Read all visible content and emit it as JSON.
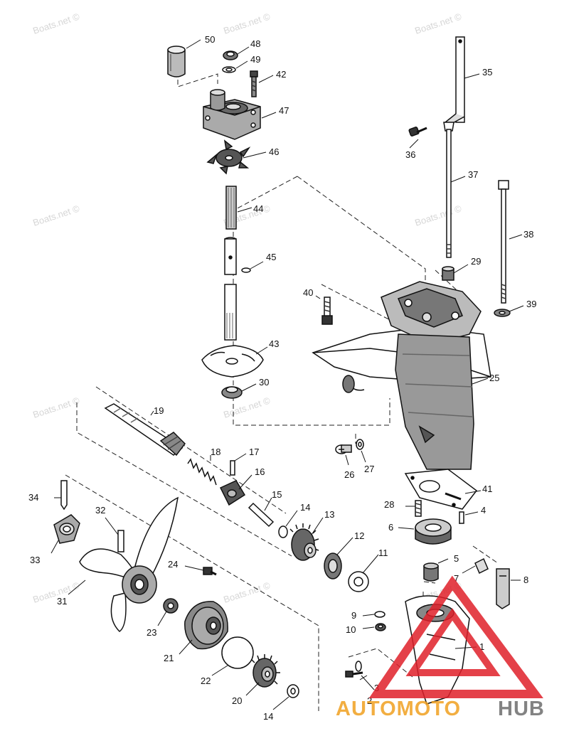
{
  "watermark": "Boats.net ©",
  "logo": {
    "part1": "AUTOMOTO",
    "part2": "HUB",
    "color_orange": "#f0a020",
    "color_gray": "#6e6e6e",
    "color_red": "#e0202a"
  },
  "callouts": {
    "c1": "1",
    "c2": "2",
    "c3": "3",
    "c4": "4",
    "c5": "5",
    "c6": "6",
    "c7": "7",
    "c8": "8",
    "c9": "9",
    "c10": "10",
    "c11": "11",
    "c12": "12",
    "c13": "13",
    "c14a": "14",
    "c14b": "14",
    "c15": "15",
    "c16": "16",
    "c17": "17",
    "c18": "18",
    "c19": "19",
    "c20": "20",
    "c21": "21",
    "c22": "22",
    "c23": "23",
    "c24": "24",
    "c25": "25",
    "c26": "26",
    "c27": "27",
    "c28": "28",
    "c29": "29",
    "c30": "30",
    "c31": "31",
    "c32": "32",
    "c33": "33",
    "c34": "34",
    "c35": "35",
    "c36": "36",
    "c37": "37",
    "c38": "38",
    "c39": "39",
    "c40": "40",
    "c41": "41",
    "c42": "42",
    "c43": "43",
    "c44": "44",
    "c45": "45",
    "c46": "46",
    "c47": "47",
    "c48": "48",
    "c49": "49",
    "c50": "50"
  }
}
